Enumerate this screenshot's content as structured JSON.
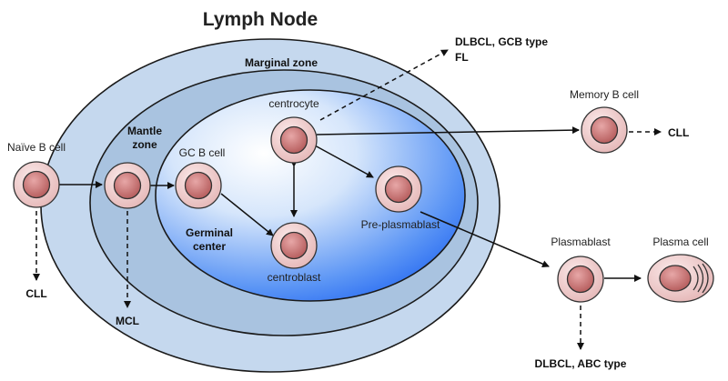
{
  "title": "Lymph Node",
  "zones": {
    "marginal": "Marginal zone",
    "mantle_line1": "Mantle",
    "mantle_line2": "zone",
    "germinal_line1": "Germinal",
    "germinal_line2": "center"
  },
  "cells": {
    "naive": "Naïve B cell",
    "gc": "GC B cell",
    "centrocyte": "centrocyte",
    "centroblast": "centroblast",
    "preplasmablast": "Pre-plasmablast",
    "memory": "Memory B cell",
    "plasmablast": "Plasmablast",
    "plasma": "Plasma cell"
  },
  "outcomes": {
    "dlbcl_gcb_line1": "DLBCL, GCB type",
    "dlbcl_gcb_line2": "FL",
    "cll_naive": "CLL",
    "mcl": "MCL",
    "cll_memory": "CLL",
    "dlbcl_abc": "DLBCL, ABC type"
  },
  "colors": {
    "marginal_fill": "#c5d8ee",
    "mantle_fill": "#a9c3e0",
    "germinal_light": "#ffffff",
    "germinal_dark": "#1f66f0",
    "cell_outer": "#f2d6d6",
    "cell_inner": "#c56b6b",
    "arrow": "#111111"
  }
}
